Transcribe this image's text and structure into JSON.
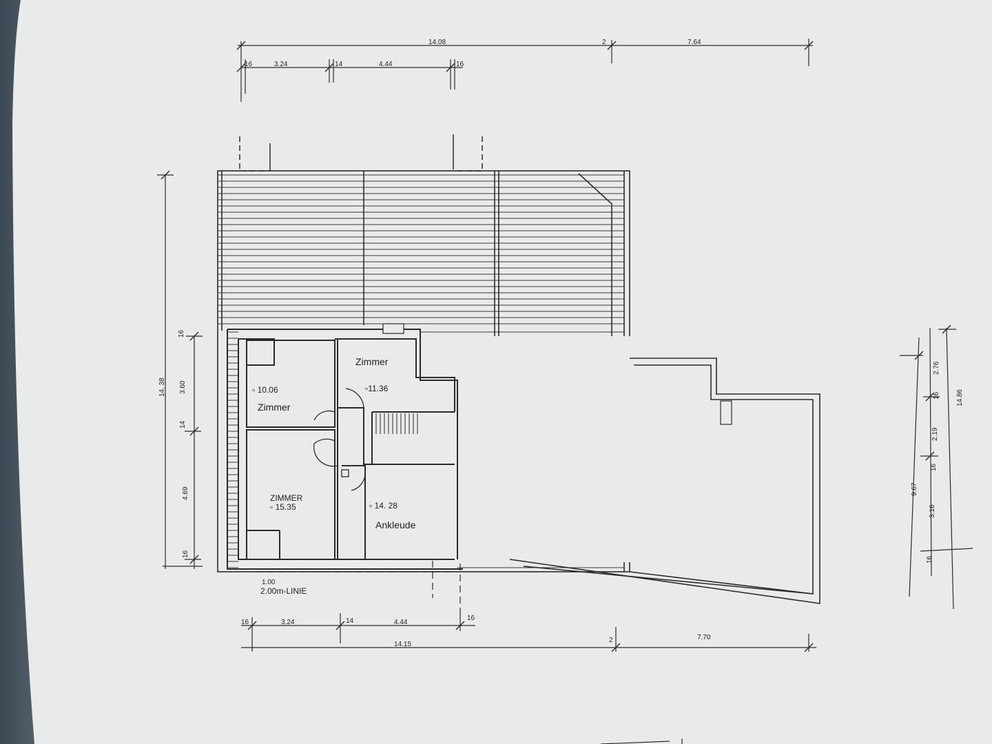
{
  "rooms": [
    {
      "name": "Zimmer",
      "area": "▫ 10.06"
    },
    {
      "name": "Zimmer",
      "area": "▫11.36"
    },
    {
      "name": "ZIMMER",
      "area": "▫ 15.35"
    },
    {
      "name": "Ankleude",
      "area": "▫ 14. 28"
    }
  ],
  "notes": {
    "line_value": "1.00",
    "line_label": "2.00m-LINIE"
  },
  "dimensions": {
    "top_total": "14.08",
    "top_small": "2",
    "top_right": "7.64",
    "top_segments": [
      "16",
      "3.24",
      "14",
      "4.44",
      "16"
    ],
    "bottom_segments": [
      "16",
      "3.24",
      "14",
      "4.44",
      "16"
    ],
    "bottom_total": "14.15",
    "bottom_small": "2",
    "bottom_right": "7.70",
    "left_total": "14. 38",
    "left_segments": [
      "16",
      "3.60",
      "14",
      "4.69",
      "16"
    ],
    "right_segments": [
      "2.76",
      "16",
      "2.19",
      "16",
      "3.16",
      "16"
    ],
    "right_total_a": "9.67",
    "right_total_b": "14.86"
  }
}
